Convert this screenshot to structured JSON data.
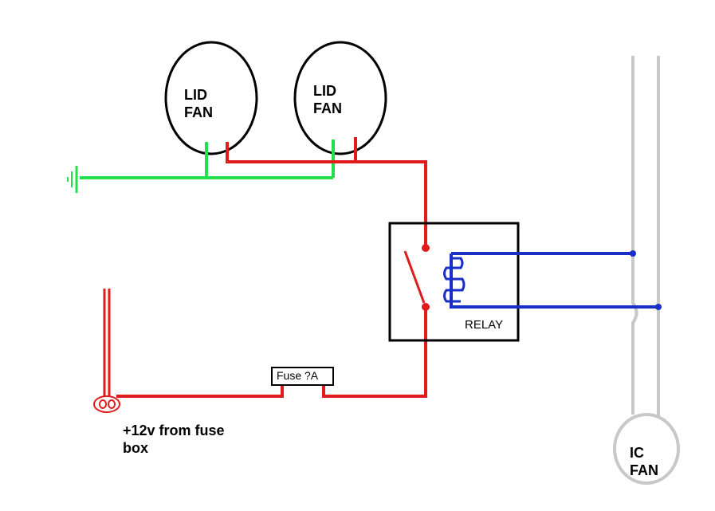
{
  "labels": {
    "lid_fan_1": [
      "LID",
      "FAN"
    ],
    "lid_fan_2": [
      "LID",
      "FAN"
    ],
    "relay": "RELAY",
    "fuse": "Fuse ?A",
    "source": [
      "+12v from fuse",
      "box"
    ],
    "ic_fan": [
      "IC",
      "FAN"
    ]
  },
  "colors": {
    "ground": "#22e04a",
    "power": "#e01b1b",
    "control": "#1a2fc7",
    "ic_wire": "#c8c8c8",
    "outline": "#000000"
  }
}
